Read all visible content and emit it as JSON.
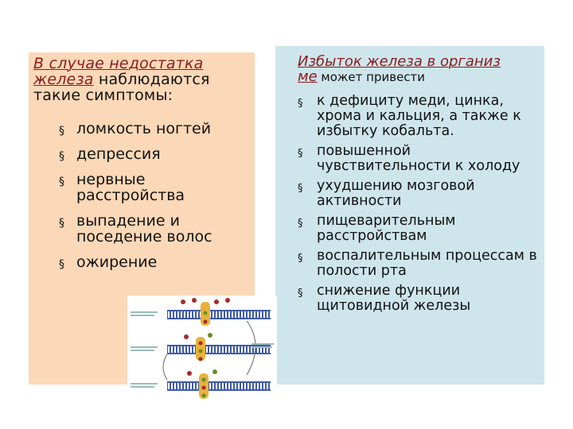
{
  "left": {
    "intro_highlight_1": "В случае недостатка",
    "intro_highlight_2": "железа",
    "intro_rest_1": " наблюдаются",
    "intro_rest_2": "такие симптомы:",
    "bullet_symbol": "§",
    "items": [
      "ломкость ногтей",
      "депрессия",
      "нервные расстройства",
      "выпадение и поседение волос",
      "ожирение"
    ]
  },
  "right": {
    "intro_highlight_1": "Избыток железа в организ",
    "intro_highlight_2": "ме",
    "intro_rest": " может привести",
    "bullet_symbol": "§",
    "items": [
      "к дефициту меди, цинка, хрома и кальция, а также к избытку кобальта.",
      "повышенной чувствительности к холоду",
      "ухудшению мозговой активности",
      "пищеварительным расстройствам",
      "воспалительным процессам в полости рта",
      "снижение функции щитовидной железы"
    ]
  },
  "colors": {
    "left_panel": "#fbd8b8",
    "right_panel": "#cfe5ec",
    "highlight_text": "#8b1c1c",
    "membrane": "#3f5aa8",
    "transporter": "#e8b23a"
  },
  "diagram": {
    "icon": "ion-channel-membrane-diagram"
  }
}
